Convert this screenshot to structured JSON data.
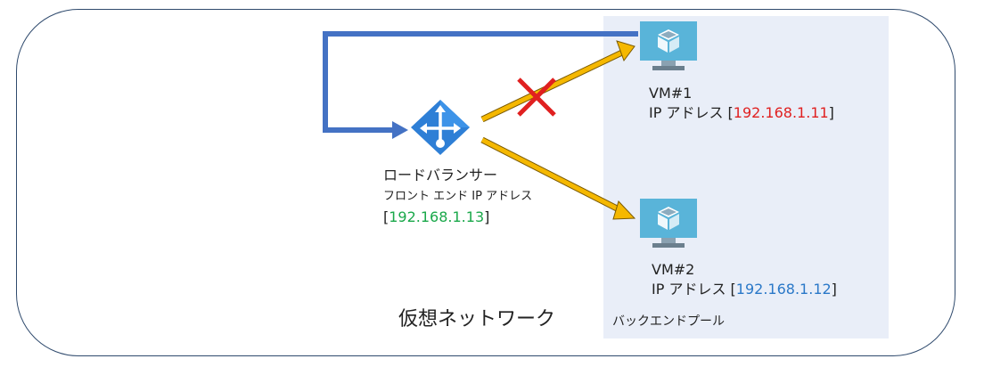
{
  "virtual_network": {
    "label": "仮想ネットワーク"
  },
  "backend_pool": {
    "label": "バックエンドプール"
  },
  "load_balancer": {
    "title": "ロードバランサー",
    "frontend_label": "フロント エンド IP アドレス",
    "ip_open": "[",
    "ip": "192.168.1.13",
    "ip_close": "]"
  },
  "vm1": {
    "name": "VM#1",
    "ip_prefix": "IP アドレス [",
    "ip": "192.168.1.11",
    "ip_close": "]"
  },
  "vm2": {
    "name": "VM#2",
    "ip_prefix": "IP アドレス [",
    "ip": "192.168.1.12",
    "ip_close": "]"
  },
  "colors": {
    "network_border": "#2f4a6d",
    "pool_fill": "#e9eef8",
    "return_arrow": "#4472c4",
    "traffic_arrow": "#f5b800",
    "blocked_mark": "#e02020",
    "vm_icon": "#59b4d9",
    "lb_icon": "#2e7fd6",
    "vm1_ip": "#e02020",
    "vm2_ip": "#2a78c8",
    "lb_ip": "#1aa84a"
  },
  "icons": {
    "load_balancer": "load-balancer-icon",
    "vm": "virtual-machine-icon",
    "blocked": "blocked-x-icon"
  }
}
